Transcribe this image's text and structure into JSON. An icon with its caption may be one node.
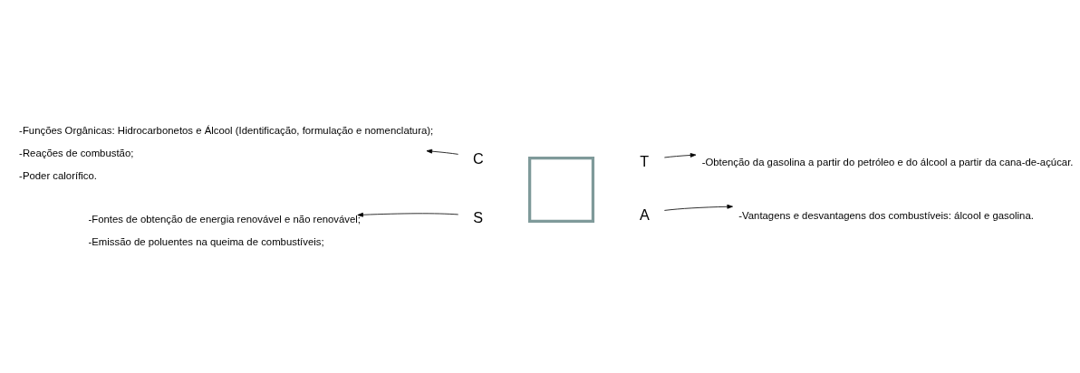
{
  "diagram": {
    "nodes": [
      {
        "text": [],
        "shape": "box"
      },
      {
        "text": [
          "C"
        ]
      },
      {
        "text": [
          "T"
        ]
      },
      {
        "text": [
          "S"
        ]
      },
      {
        "text": [
          "A"
        ]
      },
      {
        "text": [
          "-Funções Orgânicas: Hidrocarbonetos e Álcool (Identificação, formulação e nomenclatura);",
          "-Reações de combustão;",
          "-Poder calorífico."
        ]
      },
      {
        "text": [
          "-Obtenção da gasolina a partir do petróleo e do álcool a partir da cana-de-açúcar."
        ]
      },
      {
        "text": [
          "-Fontes de obtenção de energia renovável e não renovável;",
          "-Emissão de poluentes na queima de combustíveis;"
        ]
      },
      {
        "text": [
          "-Vantagens e desvantagens dos combustíveis: álcool e gasolina."
        ]
      }
    ],
    "edges": [
      {
        "from": 1,
        "to": 5,
        "arrow": "to"
      },
      {
        "from": 2,
        "to": 6,
        "arrow": "to"
      },
      {
        "from": 3,
        "to": 7,
        "arrow": "to"
      },
      {
        "from": 4,
        "to": 8,
        "arrow": "to"
      }
    ]
  }
}
